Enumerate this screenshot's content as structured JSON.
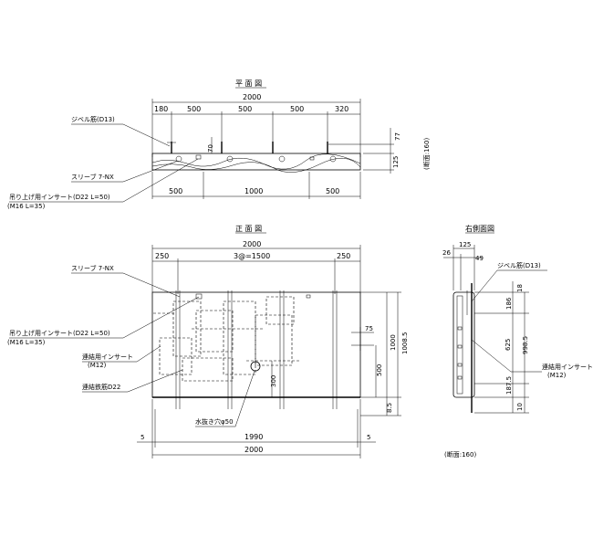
{
  "plan": {
    "title": "平 面 図",
    "dim_total": "2000",
    "dims_top": [
      "180",
      "500",
      "500",
      "500",
      "320"
    ],
    "dim_70": "70",
    "dim_77": "77",
    "dim_125": "125",
    "dim_bottom": [
      "500",
      "1000",
      "500"
    ],
    "right_note": "(断面:160)",
    "label_dowel": "ジベル筋(D13)",
    "label_sleeve": "スリーブ 7-NX",
    "label_insert_1": "吊り上げ用インサート(D22 L=50)",
    "label_insert_2": "(M16 L=35)"
  },
  "front": {
    "title": "正 面 図",
    "dim_total": "2000",
    "dims_top": [
      "250",
      "3@=1500",
      "250"
    ],
    "label_sleeve": "スリーブ 7-NX",
    "label_insert_1": "吊り上げ用インサート(D22 L=50)",
    "label_insert_2": "(M16 L=35)",
    "label_fix_insert_1": "連結用インサート",
    "label_fix_insert_2": "(M12)",
    "label_rebar": "連結鉄筋D22",
    "label_drain": "水抜き穴φ50",
    "dim_75": "75",
    "dim_300": "300",
    "dim_500": "500",
    "dim_1000": "1000",
    "dim_10085": "1008.5",
    "dim_85": "8.5",
    "dim_5_left": "5",
    "dim_5_right": "5",
    "dim_1990": "1990",
    "dim_2000b": "2000"
  },
  "side": {
    "title": "右側面図",
    "dim_26": "26",
    "dim_125": "125",
    "dim_49": "49",
    "dim_18": "18",
    "dim_186": "186",
    "dim_625": "625",
    "dim_9985": "998.5",
    "dim_1875": "187.5",
    "dim_10": "10",
    "label_dowel": "ジベル筋(D13)",
    "label_insert_1": "連結用インサート",
    "label_insert_2": "(M12)",
    "note": "(断面:160)"
  }
}
